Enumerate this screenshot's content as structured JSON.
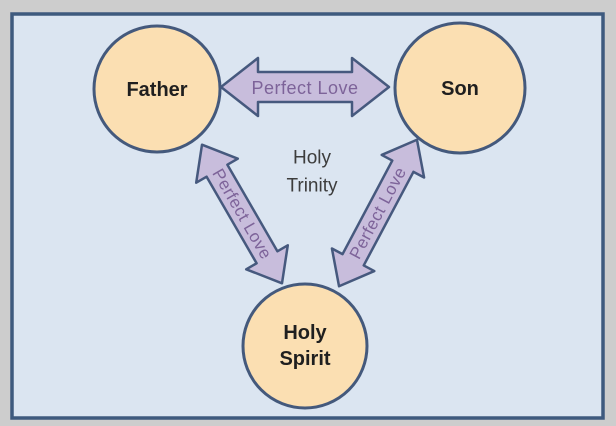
{
  "window": {
    "background": "#cdcdcd"
  },
  "panel": {
    "background": "#dbe5f1",
    "border_color": "#3e5a7e"
  },
  "diagram": {
    "title": {
      "line1": "Holy",
      "line2": "Trinity"
    },
    "nodes": [
      {
        "id": "father",
        "label": "Father"
      },
      {
        "id": "son",
        "label": "Son"
      },
      {
        "id": "holy-spirit",
        "label_line1": "Holy",
        "label_line2": "Spirit"
      }
    ],
    "edges": [
      {
        "from": "father",
        "to": "son",
        "label": "Perfect Love"
      },
      {
        "from": "father",
        "to": "holy-spirit",
        "label": "Perfect Love"
      },
      {
        "from": "son",
        "to": "holy-spirit",
        "label": "Perfect Love"
      }
    ],
    "colors": {
      "node_fill": "#fbdfb2",
      "node_stroke": "#44597c",
      "arrow_fill": "#c8bddc",
      "arrow_stroke": "#46597e",
      "arrow_label": "#7d6399",
      "node_label": "#1f1f1f",
      "title_text": "#3d3d3d"
    }
  }
}
